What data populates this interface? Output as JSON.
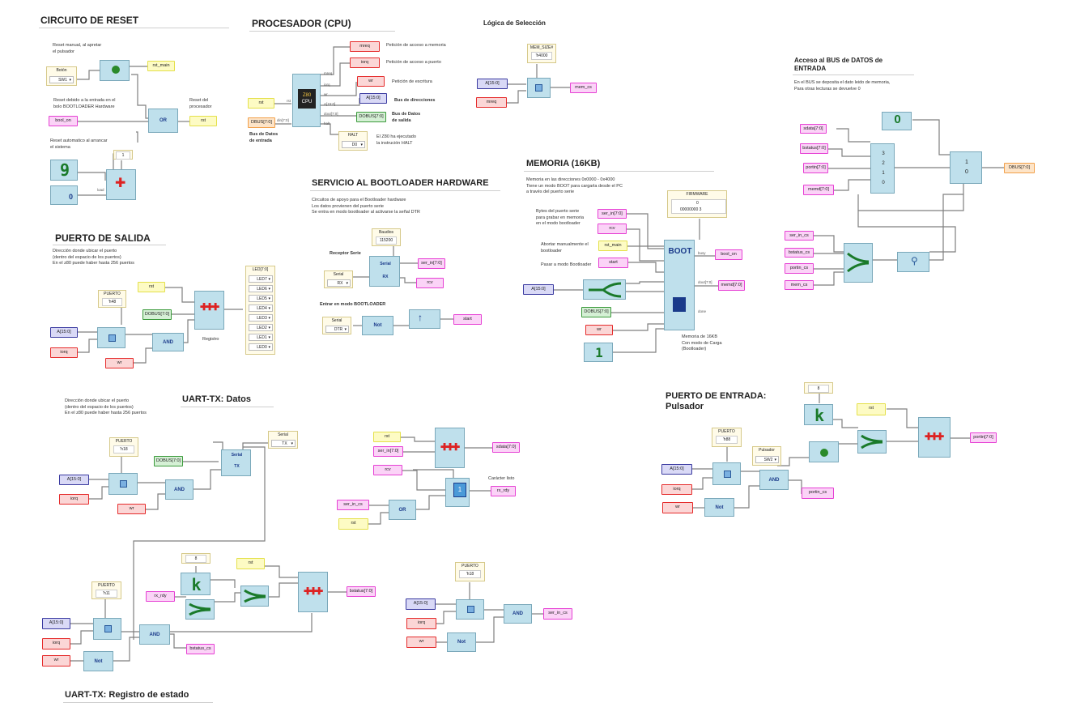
{
  "headings": {
    "reset": "CIRCUITO DE RESET",
    "cpu": "PROCESADOR (CPU)",
    "select": "Lógica de Selección",
    "bus": "Acceso al BUS de DATOS de\nENTRADA",
    "outport": "PUERTO DE SALIDA",
    "boothw": "SERVICIO AL BOOTLOADER HARDWARE",
    "memory": "MEMORIA (16KB)",
    "uartdata": "UART-TX: Datos",
    "inport": "PUERTO DE ENTRADA:\nPulsador",
    "uartstatus": "UART-TX: Registro de estado"
  },
  "notes": {
    "reset_manual": "Reset manual, al apretar\nel pulsador",
    "reset_boot": "Reset debido a la entrada en el\nbolo BOOTLOADER Hardware",
    "reset_auto": "Reset automatico al arrancar\nel sistema",
    "reset_proc": "Reset del\nprocesador",
    "mreq_note": "Petición de acceso a memoria",
    "iorq_note": "Petición de acceso a puerto",
    "wr_note": "Petición de escritura",
    "addr_note": "Bus de direcciones",
    "dout_note": "Bus de Datos\nde salida",
    "din_note": "Bus de Datos\nde entrada",
    "halt_note": "El Z80 ha ejecutado\nla instrución HALT",
    "outport_note": "Dirección donde ubicar el puerto\n(dentro del espacio de los puertos)\nEn el z80 puede haber hasta 256 puertos",
    "registro": "Registro",
    "boothw_note": "Circuitos de apoyo para el Bootloader hardware\nLos datos provienen del puerto serie\nSe entra en modo bootloader al activarse la señal DTR",
    "receptor": "Receptor Serie",
    "enter_boot": "Entrar en modo BOOTLOADER",
    "mem_note": "Memoria en las direcciones 0x0000 - 0x4000\nTiene un modo BOOT para cargarla desde el PC\na través del puerto serie",
    "bytes_note": "Bytes del puerto serie\npara grabar en memoria\nen el modo bootloader",
    "abort_note": "Abortar manualmente el\nbootloader",
    "boot_mode_note": "Pasar a modo Bootloader",
    "mem16_note": "Memoria de 16KB\nCon modo de Carga\n(Bootloader)",
    "bus_note": "En el BUS se deposita el dato leido de memoria,\nPara otras lecturas se devuelve 0",
    "uart_note": "Dirección donde ubicar el puerto\n(dentro del espacio de los puertos)\nEn el z80 puede haber hasta 256 puertos",
    "char_ready": "Carácter listo"
  },
  "tags": {
    "rst_main": "rst_main",
    "rst": "rst",
    "bool_on": "bool_on",
    "mreq": "mreq",
    "iorq": "iorq",
    "wr": "wr",
    "a15": "A[15:0]",
    "dbus_out": "DOBUS[7:0]",
    "dbus_in": "DBUS[7:0]",
    "mem_cs": "mem_cs",
    "ser_in": "ser_in[7:0]",
    "rcv": "rcv",
    "start": "start",
    "memd": "memd[7:0]",
    "sdata": "sdata[7:0]",
    "bstatus": "bstatus[7:0]",
    "portin": "portin[7:0]",
    "ser_in_cs": "ser_in_cs",
    "bstatus_cs": "bstatus_cs",
    "portin_cs": "portin_cs",
    "rx_rdy": "rx_rdy"
  },
  "panels": {
    "boton": {
      "title": "Botón",
      "value": "SW1"
    },
    "const1": {
      "value": "1"
    },
    "memsize": {
      "title": "MEM_SIZE#",
      "value": "'h4000"
    },
    "halt": {
      "title": "HALT",
      "value": "D0"
    },
    "baudios": {
      "title": "Baudios",
      "value": "115200"
    },
    "serial_rx": {
      "title": "Serial",
      "value": "RX"
    },
    "serial_dtr": {
      "title": "Serial",
      "value": "DTR"
    },
    "firmware": {
      "title": "FIRMWARE",
      "value": "0",
      "value2": "00000000 3"
    },
    "puerto_out": {
      "title": "PUERTO",
      "value": "'h48"
    },
    "serial_tx": {
      "title": "Serial",
      "value": "TX"
    },
    "puerto_uart": {
      "title": "PUERTO",
      "value": "'h18"
    },
    "const8a": {
      "value": "8"
    },
    "puerto_11": {
      "title": "PUERTO",
      "value": "'h11"
    },
    "puerto_18b": {
      "title": "PUERTO",
      "value": "'h18"
    },
    "puerto_in": {
      "title": "PUERTO",
      "value": "'h88"
    },
    "pulsador": {
      "title": "Pulsador",
      "value": "SW2"
    },
    "const8b": {
      "value": "8"
    }
  },
  "leds": {
    "title": "LED[7:0]",
    "items": [
      "LED7",
      "LED6",
      "LED5",
      "LED4",
      "LED3",
      "LED2",
      "LED1",
      "LED0"
    ]
  },
  "labels": {
    "gate_or": "OR",
    "gate_and": "AND",
    "gate_not": "Not",
    "z80": "Z80",
    "cpu": "CPU",
    "boot": "BOOT",
    "serial": "Serial",
    "rx": "RX",
    "tx": "TX",
    "mux_top": "3\n2\n1\n0",
    "mux_01": "1\n0",
    "zero": "0",
    "k": "k",
    "nine": "9",
    "one_bit": "1",
    "rdy": "1"
  }
}
